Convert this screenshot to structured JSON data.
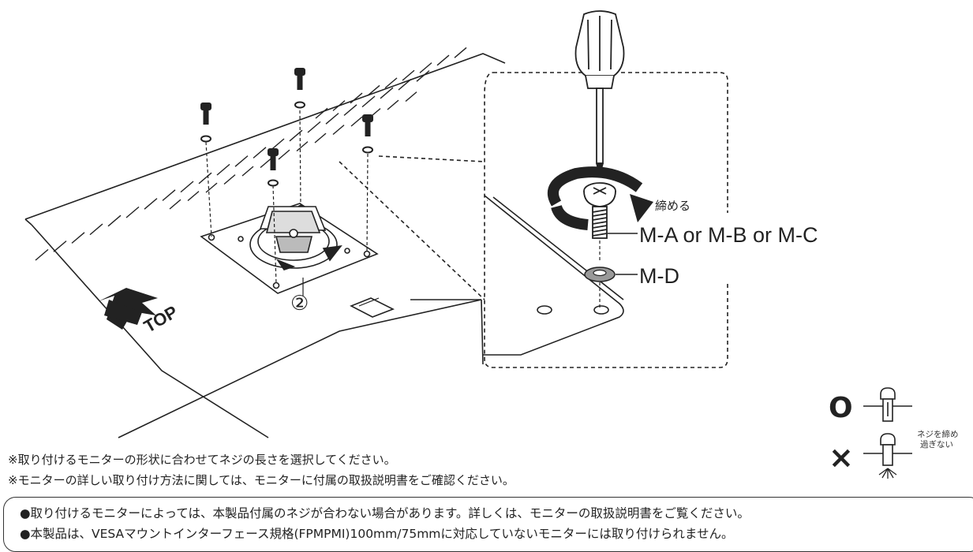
{
  "diagram": {
    "labels": {
      "tighten": "締める",
      "screw_options": "M-A or M-B or M-C",
      "washer": "M-D",
      "part_number": "②",
      "top": "TOP"
    },
    "legend": {
      "ok_mark": "O",
      "ng_mark": "×",
      "ng_note_line1": "ネジを締め",
      "ng_note_line2": "過ぎない"
    }
  },
  "notes": [
    "※取り付けるモニターの形状に合わせてネジの長さを選択してください。",
    "※モニターの詳しい取り付け方法に関しては、モニターに付属の取扱説明書をご確認ください。"
  ],
  "info": [
    "●取り付けるモニターによっては、本製品付属のネジが合わない場合があります。詳しくは、モニターの取扱説明書をご覧ください。",
    "●本製品は、VESAマウントインターフェース規格(FPMPMI)100mm/75mmに対応していないモニターには取り付けられません。"
  ],
  "colors": {
    "line": "#222222",
    "panel": "#e3e3e3",
    "callout_gray": "#777777"
  }
}
